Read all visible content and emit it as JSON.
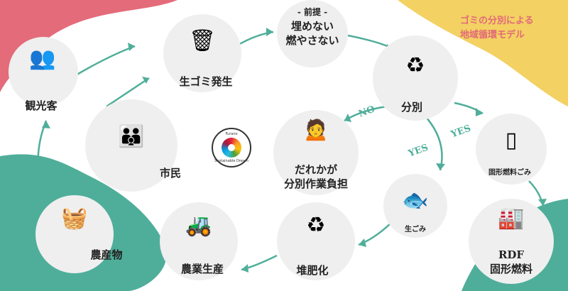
{
  "title": [
    "ゴミの分別による",
    "地域循環モデル"
  ],
  "nodes": {
    "tourists": "観光客",
    "garbage": "生ゴミ発生",
    "premise_head": "- 前提 -",
    "premise_1": "埋めない",
    "premise_2": "燃やさない",
    "sorting": "分別",
    "citizens": "市民",
    "burden_1": "だれかが",
    "burden_2": "分別作業負担",
    "solid_fuel_waste": "固形燃料ごみ",
    "food_waste": "生ごみ",
    "rdf_1": "RDF",
    "rdf_2": "固形燃料",
    "produce": "農産物",
    "farming": "農業生産",
    "compost": "堆肥化"
  },
  "branches": {
    "no": "NO",
    "yes1": "YES",
    "yes2": "YES"
  },
  "logo": {
    "top": "Furano",
    "bottom": "Sustainable Dream"
  },
  "colors": {
    "red": "#e46b7a",
    "yellow": "#f3d162",
    "teal": "#4fae9a",
    "node": "#efefef"
  }
}
